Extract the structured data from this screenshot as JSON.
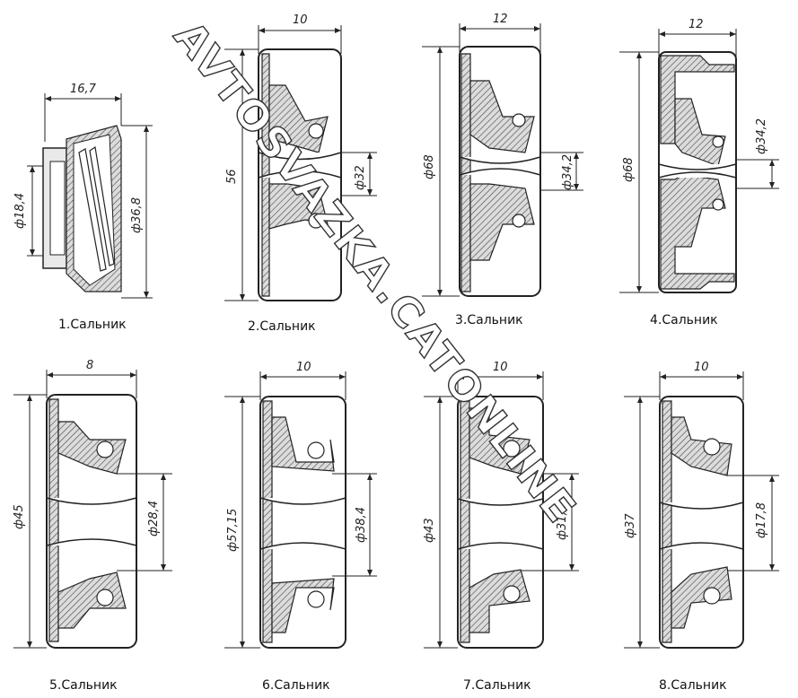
{
  "watermark": "AVTOSVAZKA.CATONLINE",
  "seals": [
    {
      "caption": "1.Сальник",
      "width_dim": "16,7",
      "inner_dim": "ф18,4",
      "outer_dim": "ф36,8"
    },
    {
      "caption": "2.Сальник",
      "width_dim": "10",
      "height_dim": "56",
      "inner_dim": "ф32"
    },
    {
      "caption": "3.Сальник",
      "width_dim": "12",
      "outer_dim": "ф68",
      "inner_dim": "ф34,2"
    },
    {
      "caption": "4.Сальник",
      "width_dim": "12",
      "outer_dim": "ф68",
      "inner_dim": "ф34,2"
    },
    {
      "caption": "5.Сальник",
      "width_dim": "8",
      "outer_dim": "ф45",
      "inner_dim": "ф28,4"
    },
    {
      "caption": "6.Сальник",
      "width_dim": "10",
      "outer_dim": "ф57,15",
      "inner_dim": "ф38,4"
    },
    {
      "caption": "7.Сальник",
      "width_dim": "10",
      "outer_dim": "ф43",
      "inner_dim": "ф31,4"
    },
    {
      "caption": "8.Сальник",
      "width_dim": "10",
      "outer_dim": "ф37",
      "inner_dim": "ф17,8"
    }
  ]
}
